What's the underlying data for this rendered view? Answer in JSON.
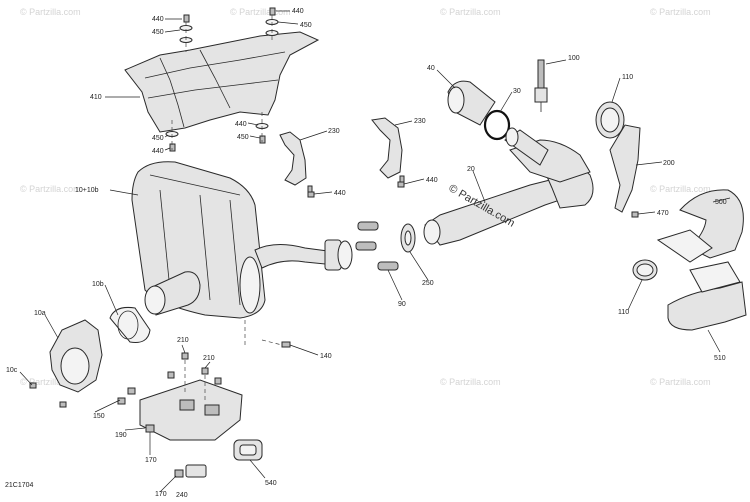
{
  "diagram": {
    "drawing_code": "21C1704",
    "watermark_main": "© Partzilla.com",
    "watermark_tile": "© Partzilla.com",
    "labels": {
      "l440a": "440",
      "l450a": "450",
      "l440b": "440",
      "l450b": "450",
      "l410": "410",
      "l450c": "450",
      "l440c": "440",
      "l440d": "440",
      "l450d": "450",
      "l230a": "230",
      "l230b": "230",
      "l440e": "440",
      "l440f": "440",
      "l40": "40",
      "l30": "30",
      "l100": "100",
      "l110a": "110",
      "l20": "20",
      "l200": "200",
      "l470": "470",
      "l500": "500",
      "l110b": "110",
      "l510": "510",
      "l10": "10+10b",
      "l10b": "10b",
      "l10a": "10a",
      "l10c": "10c",
      "l250": "250",
      "l90": "90",
      "l140": "140",
      "l210a": "210",
      "l210b": "210",
      "l150": "150",
      "l190": "190",
      "l170a": "170",
      "l170b": "170",
      "l240": "240",
      "l540": "540"
    }
  }
}
